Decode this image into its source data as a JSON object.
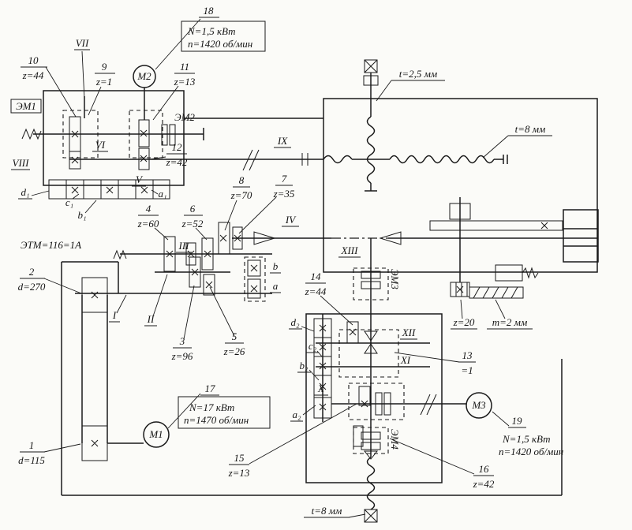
{
  "motors": {
    "m2": {
      "label": "M2",
      "callout": "18",
      "power": "N=1,5 кВт",
      "speed": "n=1420 об/мин"
    },
    "m1": {
      "label": "M1",
      "callout": "17",
      "power": "N=17 кВт",
      "speed": "n=1470 об/мин"
    },
    "m3": {
      "label": "M3",
      "callout": "19",
      "power": "N=1,5 кВт",
      "speed": "n=1420 об/мин"
    }
  },
  "callouts": {
    "1": {
      "num": "1",
      "val": "d=115"
    },
    "2": {
      "num": "2",
      "val": "d=270"
    },
    "3": {
      "num": "3",
      "val": "z=96"
    },
    "4": {
      "num": "4",
      "val": "z=60"
    },
    "5": {
      "num": "5",
      "val": "z=26"
    },
    "6": {
      "num": "6",
      "val": "z=52"
    },
    "7": {
      "num": "7",
      "val": "z=35"
    },
    "8": {
      "num": "8",
      "val": "z=70"
    },
    "9": {
      "num": "9",
      "val": "z=1"
    },
    "10": {
      "num": "10",
      "val": "z=44"
    },
    "11": {
      "num": "11",
      "val": "z=13"
    },
    "12": {
      "num": "12",
      "val": "z=42"
    },
    "13": {
      "num": "13",
      "val": "=1"
    },
    "14": {
      "num": "14",
      "val": "z=44"
    },
    "15": {
      "num": "15",
      "val": "z=13"
    },
    "16": {
      "num": "16",
      "val": "z=42"
    }
  },
  "shafts": {
    "I": "I",
    "II": "II",
    "III": "III",
    "IV": "IV",
    "V": "V",
    "VI": "VI",
    "VII": "VII",
    "VIII": "VIII",
    "IX": "IX",
    "X": "X",
    "XI": "XI",
    "XII": "XII",
    "XIII": "XIII"
  },
  "clutches": {
    "em1": "ЭМ1",
    "em2": "ЭМ2",
    "em3": "ЭМ3",
    "em4": "ЭМ4",
    "model": "ЭТМ=116=1А"
  },
  "cams": {
    "a1": "a₁",
    "b1": "b₁",
    "c1": "c₁",
    "d1": "d₁",
    "a2": "a₂",
    "b2": "b₂",
    "c2": "c₂",
    "d2": "d₂",
    "a": "a",
    "b": "b"
  },
  "annotations": {
    "t25": "t=2,5 мм",
    "t8_right": "t=8 мм",
    "t8_bottom": "t=8 мм",
    "z20": "z=20",
    "m2mm": "m=2 мм"
  }
}
